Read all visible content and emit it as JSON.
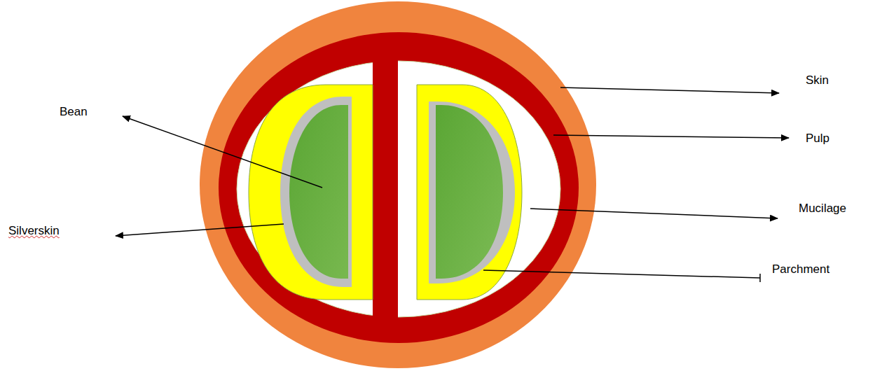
{
  "diagram": {
    "labels": [
      "Skin",
      "Bean",
      "Pulp",
      "Mucilage",
      "Silverskin",
      "Parchment"
    ]
  }
}
